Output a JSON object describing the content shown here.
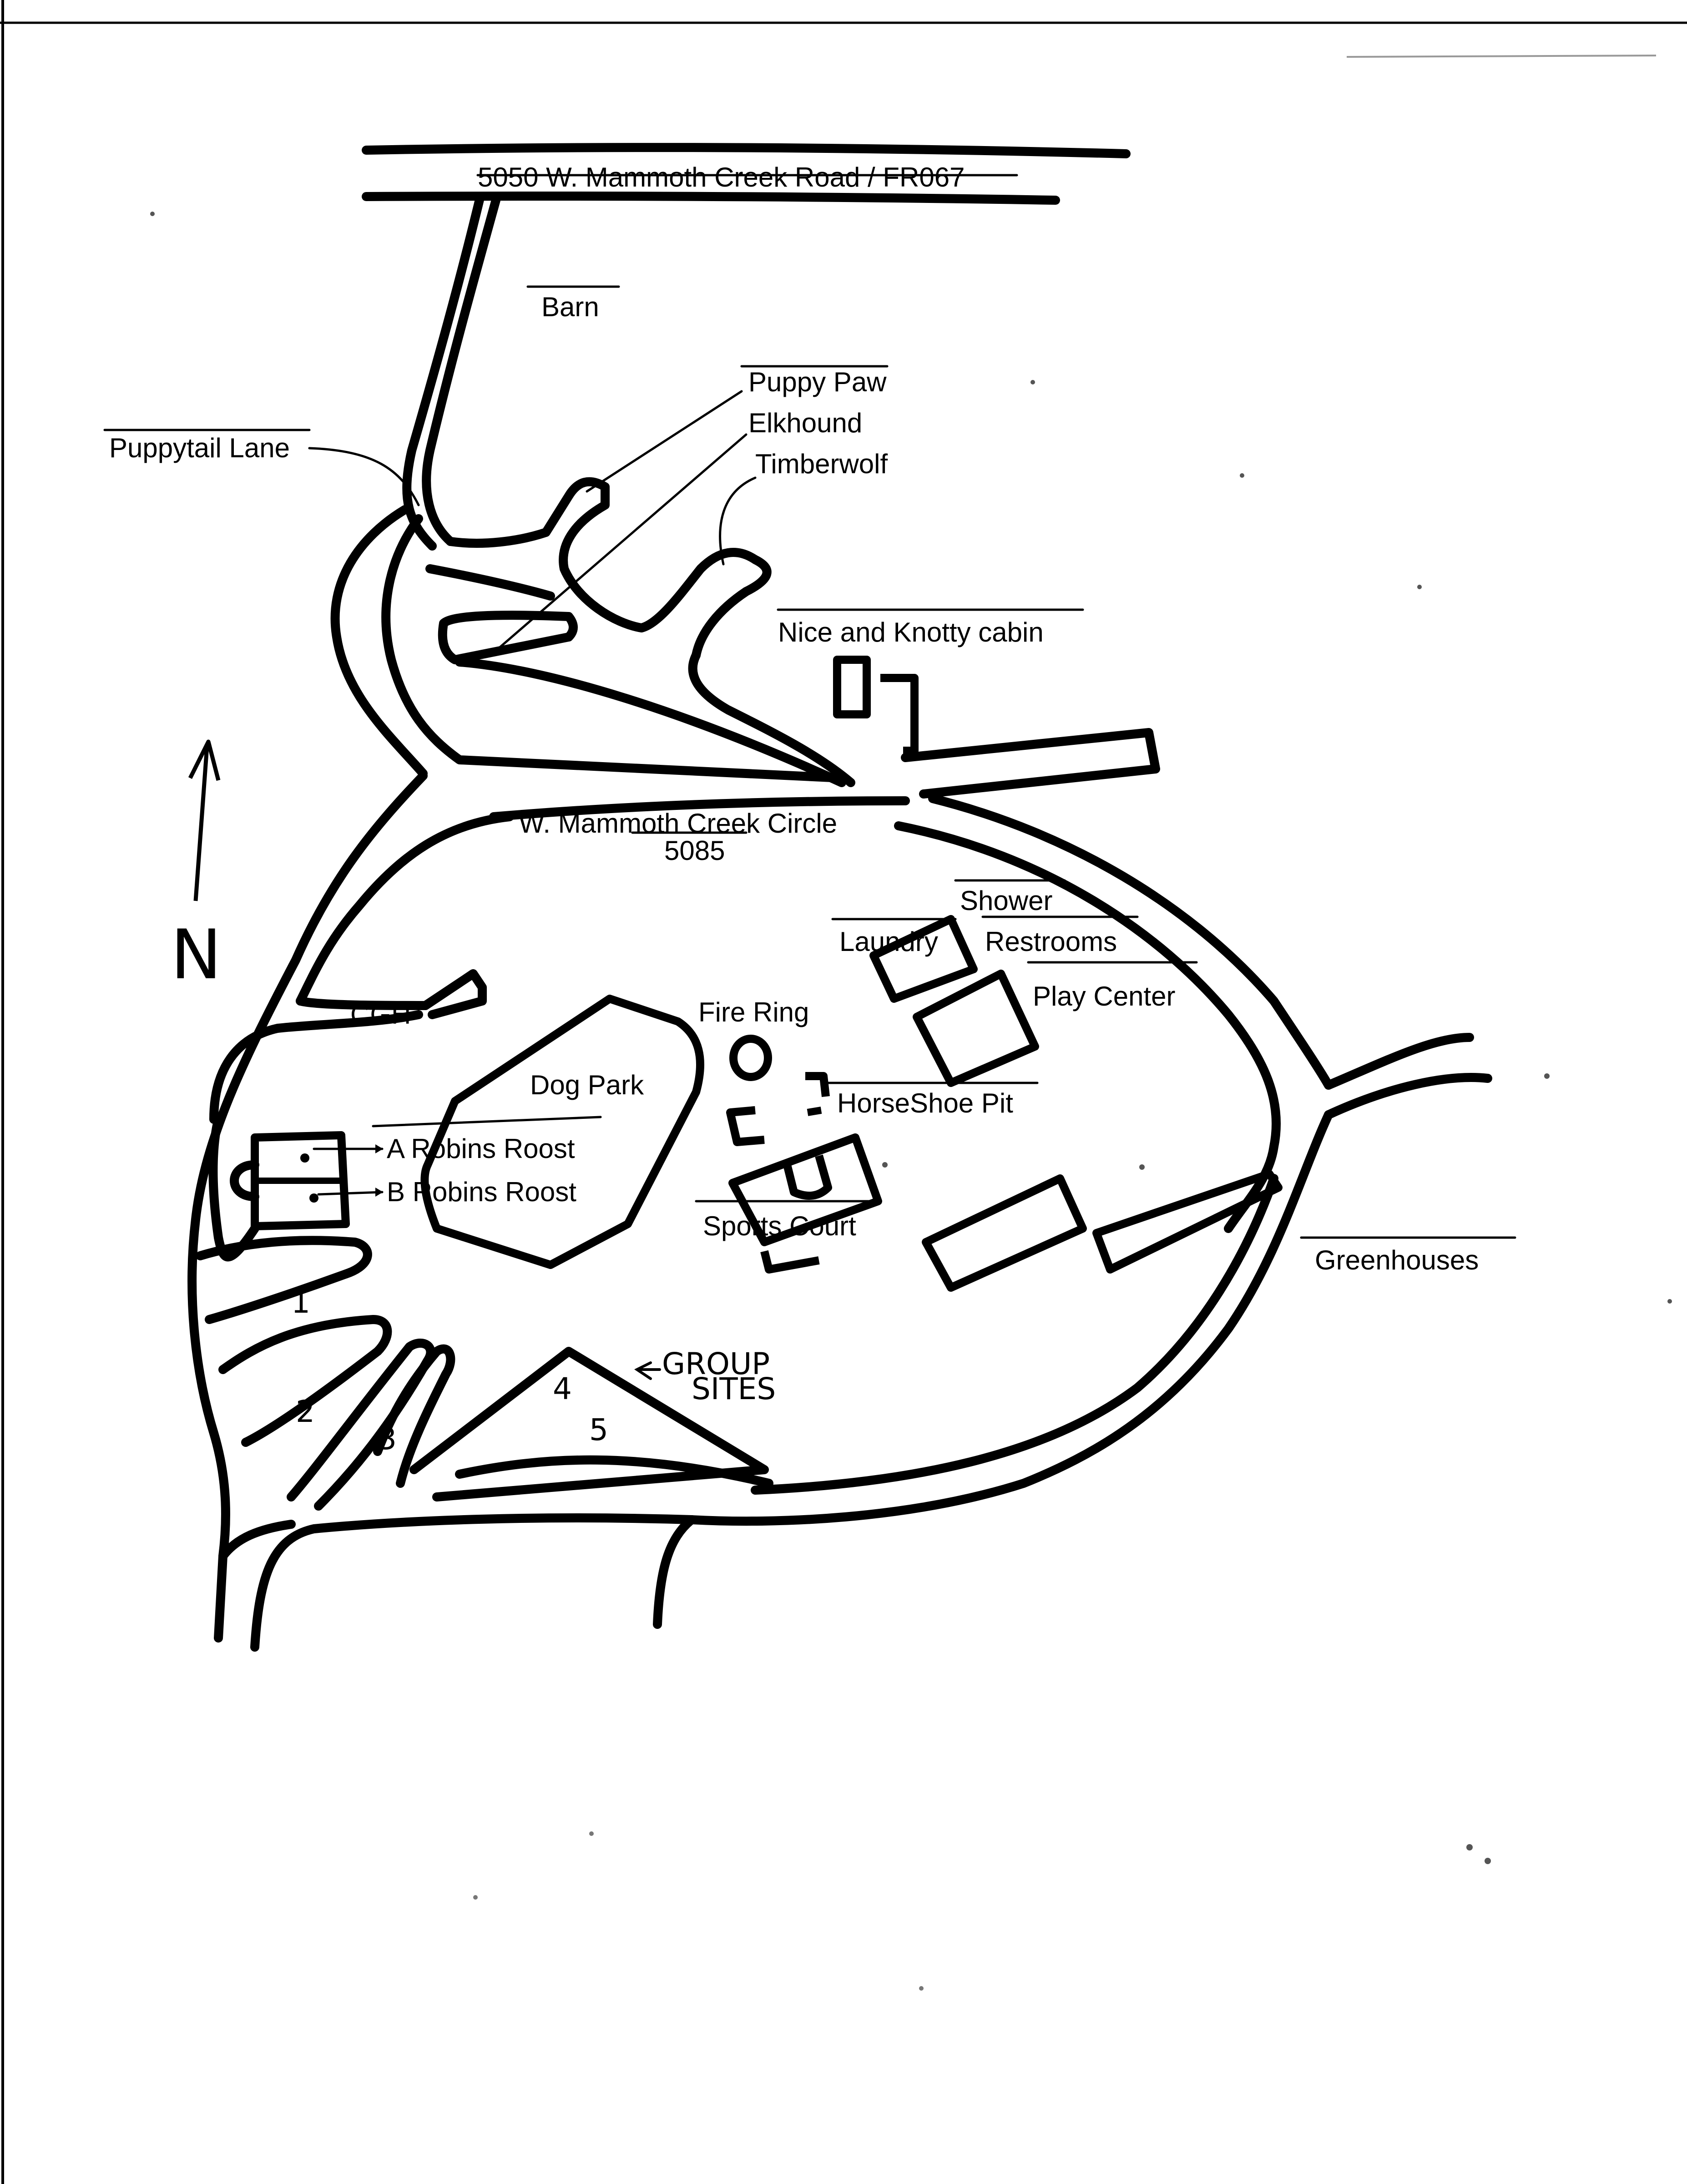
{
  "map": {
    "labels": {
      "main_road": "5050 W. Mammoth Creek Road / FR067",
      "barn": "Barn",
      "puppy_paw": "Puppy Paw",
      "elkhound": "Elkhound",
      "timberwolf": "Timberwolf",
      "puppytail_lane": "Puppytail Lane",
      "nice_knotty": "Nice and Knotty cabin",
      "circle_name": "W. Mammoth Creek Circle",
      "circle_number": "5085",
      "shower": "Shower",
      "laundry": "Laundry",
      "restrooms": "Restrooms",
      "play_center": "Play Center",
      "fire_ring": "Fire Ring",
      "dog_park": "Dog Park",
      "cgh": "CGH",
      "horseshoe_pit": "HorseShoe Pit",
      "robins_a": "A Robins Roost",
      "robins_b": "B Robins Roost",
      "sports_court": "Sports Court",
      "greenhouses": "Greenhouses",
      "group_sites_1": "GROUP",
      "group_sites_2": "SITES"
    },
    "site_numbers": [
      "1",
      "2",
      "3",
      "4",
      "5"
    ],
    "north": "N"
  }
}
